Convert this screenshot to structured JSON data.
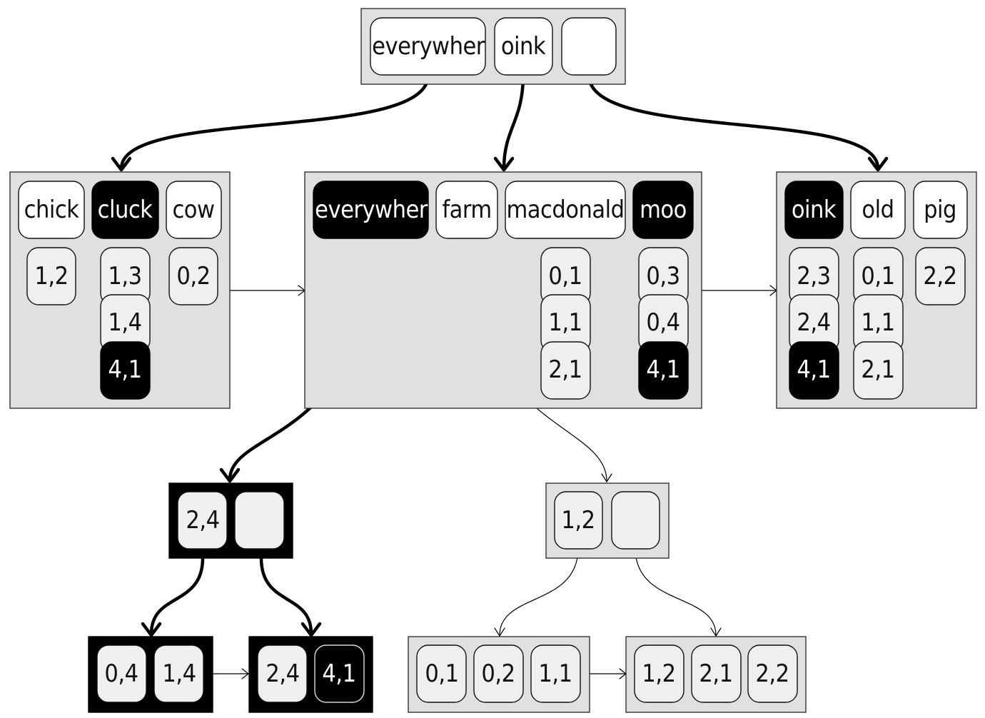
{
  "diagram": {
    "root": {
      "keys": [
        "everywher",
        "oink",
        ""
      ]
    },
    "level1": [
      {
        "name": "left-node",
        "keys": [
          "chick",
          "cluck",
          "cow"
        ],
        "highlight": [
          "cluck"
        ],
        "values": [
          [
            "1,2"
          ],
          [
            "1,3",
            "1,4",
            "4,1"
          ],
          [
            "0,2"
          ]
        ],
        "highlight_values": [
          "4,1"
        ]
      },
      {
        "name": "middle-node",
        "keys": [
          "everywher",
          "farm",
          "macdonald",
          "moo"
        ],
        "highlight": [
          "everywher",
          "moo"
        ],
        "values": [
          [],
          [],
          [
            "0,1",
            "1,1",
            "2,1"
          ],
          [
            "0,3",
            "0,4",
            "4,1"
          ]
        ],
        "highlight_values": [
          "4,1"
        ]
      },
      {
        "name": "right-node",
        "keys": [
          "oink",
          "old",
          "pig"
        ],
        "highlight": [
          "oink"
        ],
        "values": [
          [
            "2,3",
            "2,4",
            "4,1"
          ],
          [
            "0,1",
            "1,1",
            "2,1"
          ],
          [
            "2,2"
          ]
        ],
        "highlight_values": [
          "4,1"
        ]
      }
    ],
    "level2": [
      {
        "name": "everywher-subtree-root",
        "keys": [
          "2,4",
          ""
        ],
        "dark": true
      },
      {
        "name": "farm-subtree-root",
        "keys": [
          "1,2",
          ""
        ],
        "dark": false
      }
    ],
    "level3": [
      {
        "name": "everywher-leaf-1",
        "keys": [
          "0,4",
          "1,4"
        ],
        "dark": true
      },
      {
        "name": "everywher-leaf-2",
        "keys": [
          "2,4",
          "4,1"
        ],
        "dark": true
      },
      {
        "name": "farm-leaf-1",
        "keys": [
          "0,1",
          "0,2",
          "1,1"
        ],
        "dark": false
      },
      {
        "name": "farm-leaf-2",
        "keys": [
          "1,2",
          "2,1",
          "2,2"
        ],
        "dark": false
      }
    ]
  }
}
